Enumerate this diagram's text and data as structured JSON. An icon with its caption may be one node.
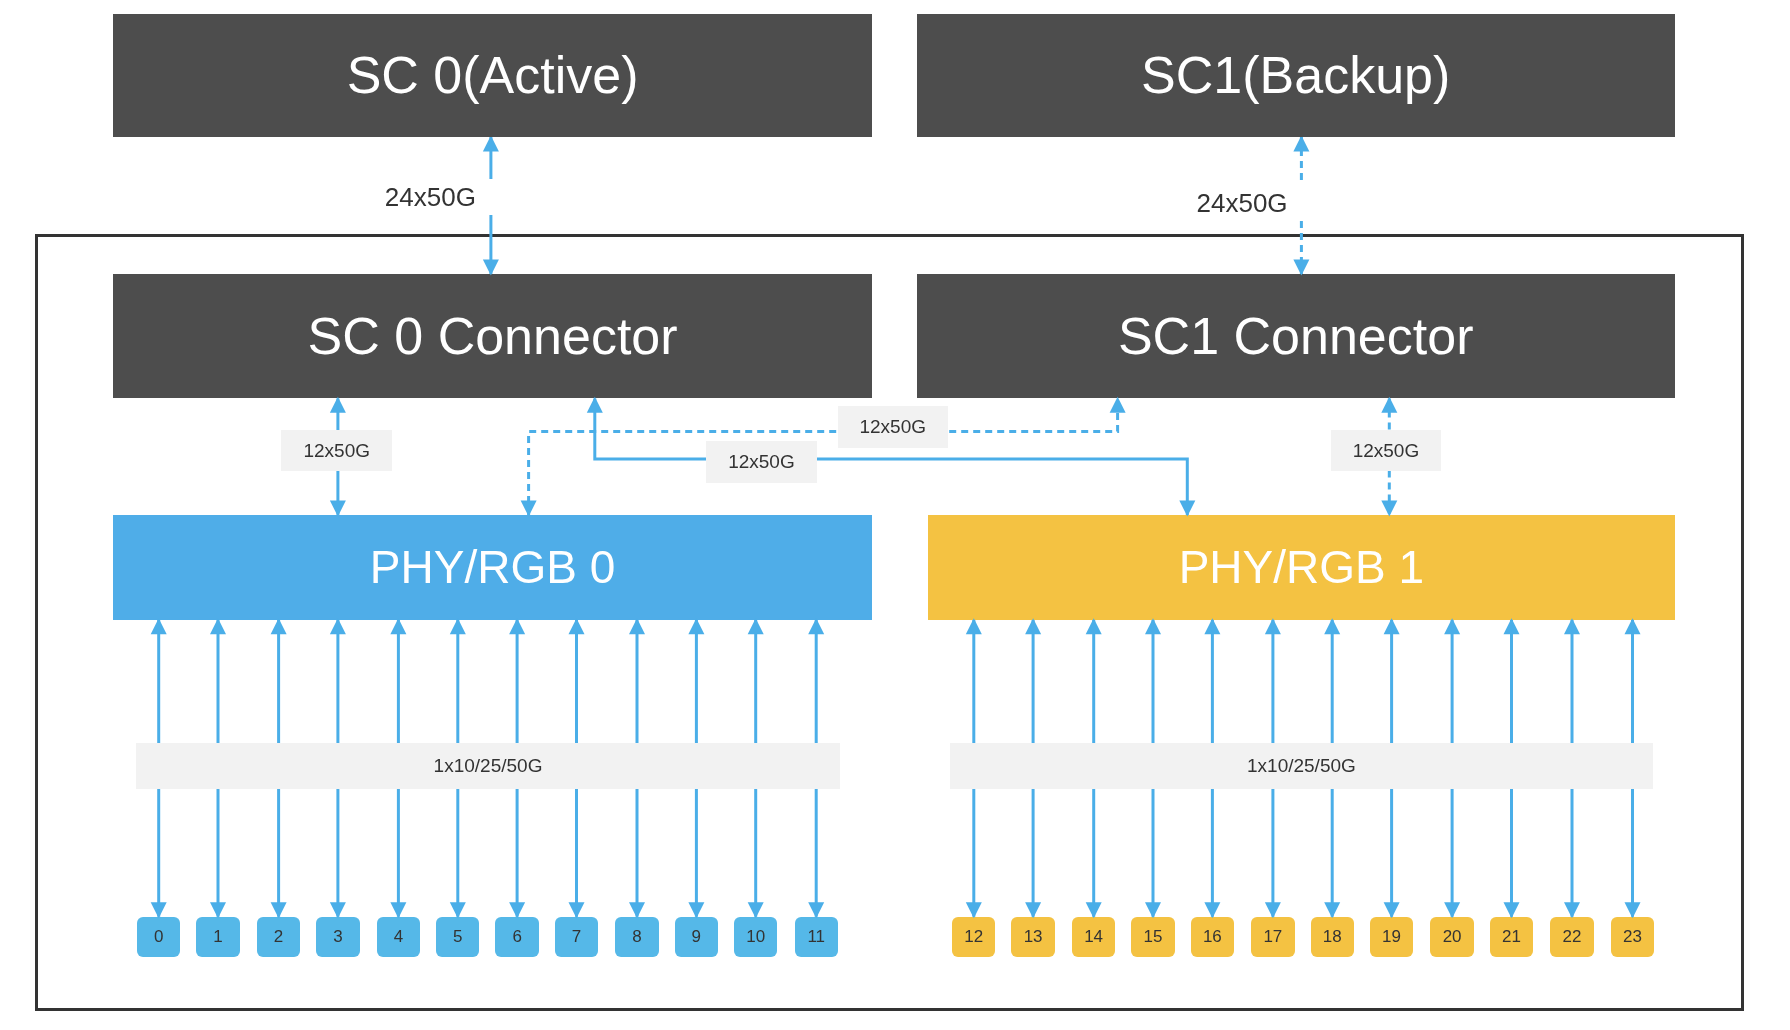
{
  "diagram": {
    "nodes": [
      {
        "text": [
          "SC 0(Active)"
        ]
      },
      {
        "text": [
          "SC1(Backup)"
        ]
      },
      {
        "text": [],
        "shape": "box"
      },
      {
        "text": [
          "SC 0 Connector"
        ],
        "in": 2
      },
      {
        "text": [
          "SC1 Connector"
        ],
        "in": 2
      },
      {
        "text": [
          "PHY/RGB 0"
        ],
        "in": 2
      },
      {
        "text": [
          "PHY/RGB 1"
        ],
        "in": 2
      },
      {
        "text": [
          "0"
        ],
        "in": 2
      },
      {
        "text": [
          "1"
        ],
        "in": 2
      },
      {
        "text": [
          "2"
        ],
        "in": 2
      },
      {
        "text": [
          "3"
        ],
        "in": 2
      },
      {
        "text": [
          "4"
        ],
        "in": 2
      },
      {
        "text": [
          "5"
        ],
        "in": 2
      },
      {
        "text": [
          "6"
        ],
        "in": 2
      },
      {
        "text": [
          "7"
        ],
        "in": 2
      },
      {
        "text": [
          "8"
        ],
        "in": 2
      },
      {
        "text": [
          "9"
        ],
        "in": 2
      },
      {
        "text": [
          "10"
        ],
        "in": 2
      },
      {
        "text": [
          "11"
        ],
        "in": 2
      },
      {
        "text": [
          "12"
        ],
        "in": 2
      },
      {
        "text": [
          "13"
        ],
        "in": 2
      },
      {
        "text": [
          "14"
        ],
        "in": 2
      },
      {
        "text": [
          "15"
        ],
        "in": 2
      },
      {
        "text": [
          "16"
        ],
        "in": 2
      },
      {
        "text": [
          "17"
        ],
        "in": 2
      },
      {
        "text": [
          "18"
        ],
        "in": 2
      },
      {
        "text": [
          "19"
        ],
        "in": 2
      },
      {
        "text": [
          "20"
        ],
        "in": 2
      },
      {
        "text": [
          "21"
        ],
        "in": 2
      },
      {
        "text": [
          "22"
        ],
        "in": 2
      },
      {
        "text": [
          "23"
        ],
        "in": 2
      }
    ],
    "edges": [
      {
        "from": 0,
        "to": 3,
        "arrow": "both",
        "label": "24x50G"
      },
      {
        "from": 1,
        "to": 4,
        "arrow": "both",
        "label": "24x50G",
        "style": "dashed"
      },
      {
        "from": 3,
        "to": 5,
        "arrow": "both",
        "label": "12x50G"
      },
      {
        "from": 4,
        "to": 6,
        "arrow": "both",
        "label": "12x50G",
        "style": "dashed"
      },
      {
        "from": 5,
        "to": 4,
        "arrow": "both",
        "label": "12x50G",
        "style": "dashed"
      },
      {
        "from": 3,
        "to": 6,
        "arrow": "both",
        "label": "12x50G"
      },
      {
        "from": 5,
        "to": 7,
        "arrow": "both"
      },
      {
        "from": 5,
        "to": 8,
        "arrow": "both"
      },
      {
        "from": 5,
        "to": 9,
        "arrow": "both"
      },
      {
        "from": 5,
        "to": 10,
        "arrow": "both"
      },
      {
        "from": 5,
        "to": 11,
        "arrow": "both"
      },
      {
        "from": 5,
        "to": 12,
        "arrow": "both"
      },
      {
        "from": 5,
        "to": 13,
        "arrow": "both"
      },
      {
        "from": 5,
        "to": 14,
        "arrow": "both"
      },
      {
        "from": 5,
        "to": 15,
        "arrow": "both"
      },
      {
        "from": 5,
        "to": 16,
        "arrow": "both"
      },
      {
        "from": 5,
        "to": 17,
        "arrow": "both"
      },
      {
        "from": 5,
        "to": 18,
        "arrow": "both"
      },
      {
        "from": 6,
        "to": 19,
        "arrow": "both"
      },
      {
        "from": 6,
        "to": 20,
        "arrow": "both"
      },
      {
        "from": 6,
        "to": 21,
        "arrow": "both"
      },
      {
        "from": 6,
        "to": 22,
        "arrow": "both"
      },
      {
        "from": 6,
        "to": 23,
        "arrow": "both"
      },
      {
        "from": 6,
        "to": 24,
        "arrow": "both"
      },
      {
        "from": 6,
        "to": 25,
        "arrow": "both"
      },
      {
        "from": 6,
        "to": 26,
        "arrow": "both"
      },
      {
        "from": 6,
        "to": 27,
        "arrow": "both"
      },
      {
        "from": 6,
        "to": 28,
        "arrow": "both"
      },
      {
        "from": 6,
        "to": 29,
        "arrow": "both"
      },
      {
        "from": 6,
        "to": 30,
        "arrow": "both"
      }
    ],
    "labels": [
      "1x10/25/50G",
      "1x10/25/50G"
    ]
  }
}
